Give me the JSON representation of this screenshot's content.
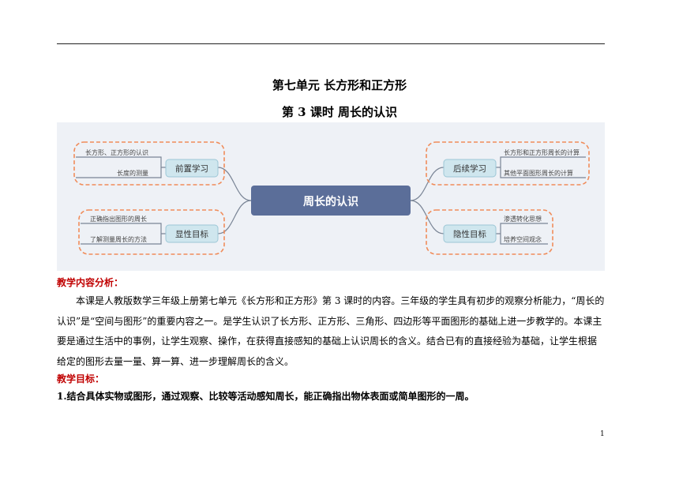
{
  "header": {
    "unit_title": "第七单元  长方形和正方形",
    "lesson_title": "第 3 课时  周长的认识"
  },
  "mindmap": {
    "center": "周长的认识",
    "branches": {
      "prior": {
        "label": "前置学习",
        "items": [
          "长方形、正方形的认识",
          "长度的测量"
        ]
      },
      "follow": {
        "label": "后续学习",
        "items": [
          "长方形和正方形周长的计算",
          "其他平面图形周长的计算"
        ]
      },
      "explicit": {
        "label": "显性目标",
        "items": [
          "正确指出图形的周长",
          "了解测量周长的方法"
        ]
      },
      "implicit": {
        "label": "隐性目标",
        "items": [
          "渗透转化思想",
          "培养空间观念"
        ]
      }
    },
    "colors": {
      "center_fill": "#5b6e99",
      "branch_fill": "#cfe6ee",
      "dashed_border": "#f08c5a",
      "background": "#eef1f6"
    }
  },
  "section1": {
    "heading": "教学内容分析：",
    "paragraph": "本课是人教版数学三年级上册第七单元《长方形和正方形》第 3 课时的内容。三年级的学生具有初步的观察分析能力，“周长的认识”是“空间与图形”的重要内容之一。是学生认识了长方形、正方形、三角形、四边形等平面图形的基础上进一步教学的。本课主要是通过生活中的事例，让学生观察、操作，在获得直接感知的基础上认识周长的含义。结合已有的直接经验为基础，让学生根据给定的图形去量一量、算一算、进一步理解周长的含义。"
  },
  "section2": {
    "heading": "教学目标：",
    "goal1": "1.结合具体实物或图形，通过观察、比较等活动感知周长，能正确指出物体表面或简单图形的一周。"
  },
  "page_number": "1"
}
